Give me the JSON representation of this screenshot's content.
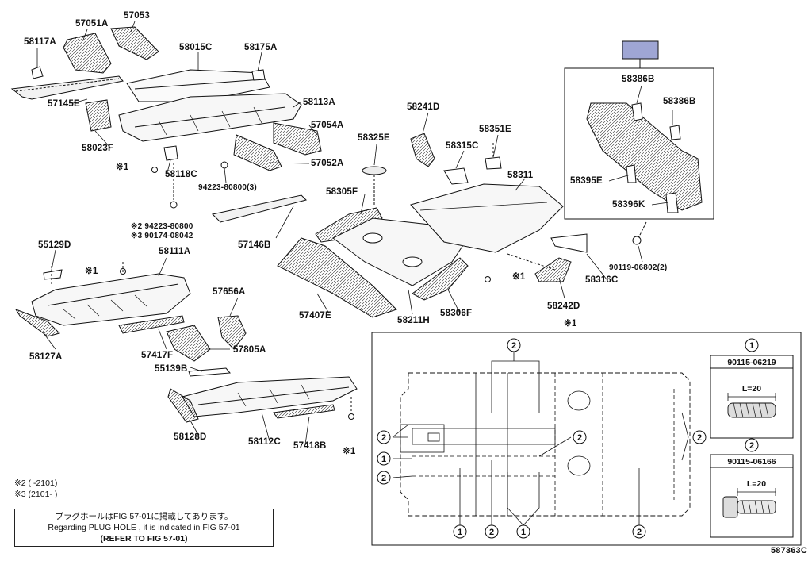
{
  "part_labels": {
    "p57051A": "57051A",
    "p57053": "57053",
    "p58117A": "58117A",
    "p58015C": "58015C",
    "p58175A": "58175A",
    "p57145E": "57145E",
    "p58113A": "58113A",
    "p58023F": "58023F",
    "p57054A": "57054A",
    "p58118C": "58118C",
    "p57052A": "57052A",
    "p94223_3": "94223-80800(3)",
    "note_x2_part": "※2 94223-80800",
    "note_x3_part": "※3 90174-08042",
    "p57146B": "57146B",
    "p55129D": "55129D",
    "p58111A": "58111A",
    "p58127A": "58127A",
    "p57417F": "57417F",
    "p57656A": "57656A",
    "p57805A": "57805A",
    "p55139B": "55139B",
    "p58128D": "58128D",
    "p58112C": "58112C",
    "p57418B": "57418B",
    "p58241D": "58241D",
    "p58325E": "58325E",
    "p58315C": "58315C",
    "p58351E": "58351E",
    "p58311": "58311",
    "p58305F": "58305F",
    "p57407E": "57407E",
    "p58211H": "58211H",
    "p58306F": "58306F",
    "p58242D": "58242D",
    "p58316C": "58316C",
    "p58386B_1": "58386B",
    "p58386B_2": "58386B",
    "p58395E": "58395E",
    "p58396K": "58396K",
    "p90119": "90119-06802(2)"
  },
  "markers": {
    "x1": "※1",
    "x1_a": "※1",
    "x1_b": "※1",
    "x1_c": "※1",
    "x1_d": "※1"
  },
  "notes": {
    "x2_range": "※2 (      -2101)",
    "x3_range": "※3 (2101-        )"
  },
  "plug_notice": {
    "line1": "プラグホールはFIG 57-01に掲載してあります。",
    "line2": "Regarding PLUG HOLE , it is indicated in FIG 57-01",
    "line3": "(REFER TO FIG 57-01)"
  },
  "detail": {
    "circle_1": "1",
    "circle_2": "2",
    "bolt1_part": "90115-06219",
    "bolt2_part": "90115-06166",
    "bolt1_len": "L=20",
    "bolt2_len": "L=20"
  },
  "reference_code": "587363C",
  "colors": {
    "ink": "#111111",
    "highlight_box": "#9fa6d4",
    "panel_fill": "#ffffff"
  }
}
